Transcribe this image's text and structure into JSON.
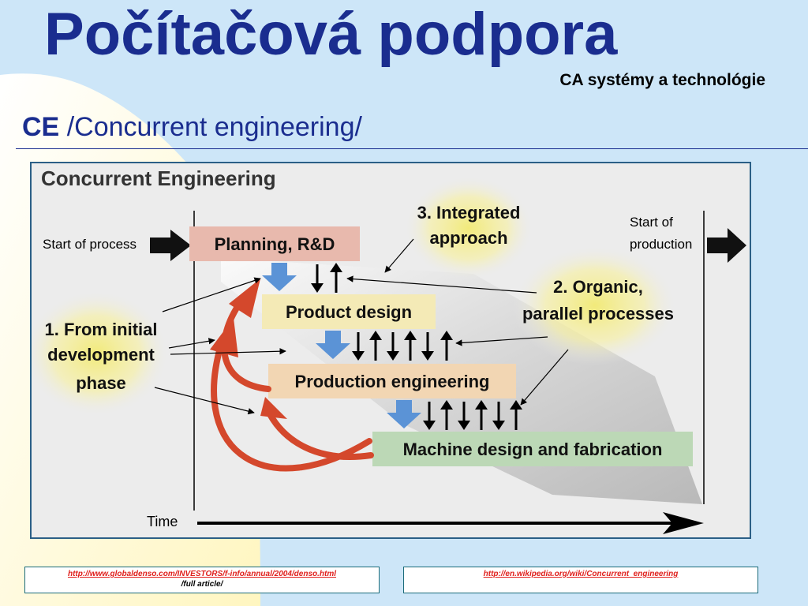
{
  "slide": {
    "title": "Počítačová podpora",
    "subtitle": "CA systémy a technológie",
    "ce_abbrev": "CE",
    "ce_text": "/Concurrent engineering/"
  },
  "diagram": {
    "heading": "Concurrent Engineering",
    "start_process": "Start of process",
    "start_production_1": "Start of",
    "start_production_2": "production",
    "time_label": "Time",
    "stages": [
      "Planning, R&D",
      "Product design",
      "Production engineering",
      "Machine design and fabrication"
    ],
    "callouts": {
      "c1": [
        "1. From initial",
        "development",
        "phase"
      ],
      "c2": [
        "2. Organic,",
        "parallel processes"
      ],
      "c3": [
        "3. Integrated",
        "approach"
      ]
    },
    "colors": {
      "stage_1": "#e8b9ad",
      "stage_2": "#f4eab6",
      "stage_3": "#f2d6b3",
      "stage_4": "#bcd8b6",
      "feedback_arrow": "#d4482c",
      "flow_arrow": "#5b93d6",
      "glow": "#f2ea7a"
    }
  },
  "references": [
    {
      "link": "http://www.globaldenso.com/INVESTORS/f-info/annual/2004/denso.html",
      "note": "/full article/"
    },
    {
      "link": "http://en.wikipedia.org/wiki/Concurrent_engineering",
      "note": ""
    }
  ]
}
